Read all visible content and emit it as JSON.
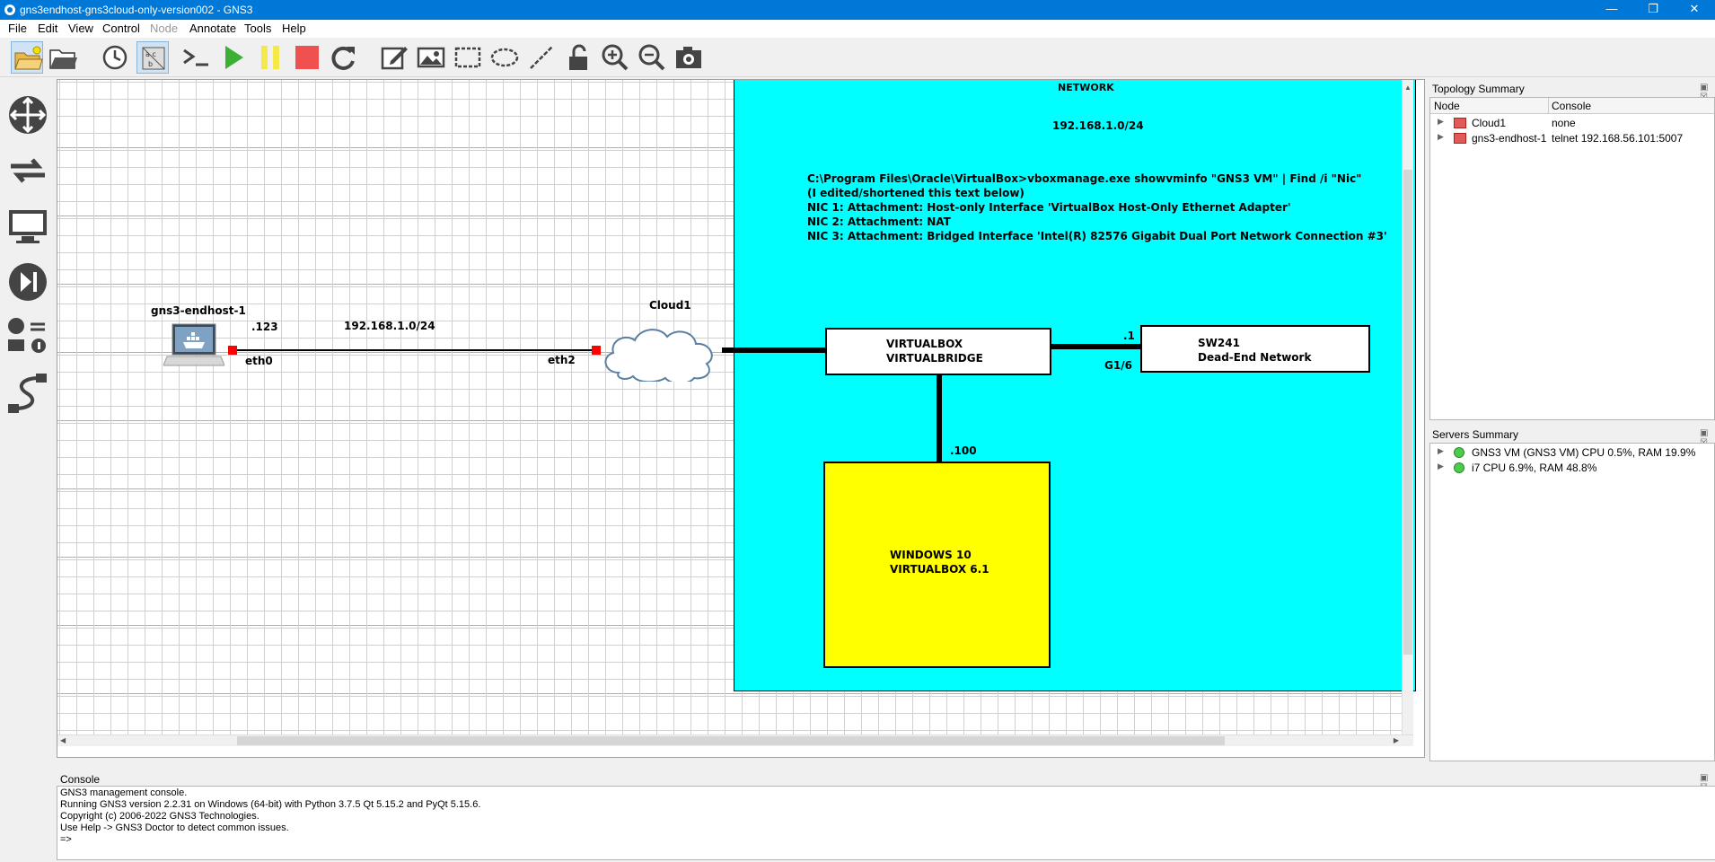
{
  "window": {
    "title": "gns3endhost-gns3cloud-only-version002 - GNS3",
    "minimize": "—",
    "restore": "❐",
    "close": "✕"
  },
  "menu": [
    {
      "label": "File",
      "disabled": false
    },
    {
      "label": "Edit",
      "disabled": false
    },
    {
      "label": "View",
      "disabled": false
    },
    {
      "label": "Control",
      "disabled": false
    },
    {
      "label": "Node",
      "disabled": true
    },
    {
      "label": "Annotate",
      "disabled": false
    },
    {
      "label": "Tools",
      "disabled": false
    },
    {
      "label": "Help",
      "disabled": false
    }
  ],
  "toolbar": [
    "open-folder-new-icon",
    "open-folder-icon",
    "clock-icon",
    "show-interface-labels-icon",
    "console-icon",
    "start-icon",
    "pause-icon",
    "stop-icon",
    "reload-icon",
    "add-note-icon",
    "insert-picture-icon",
    "draw-rectangle-icon",
    "draw-ellipse-icon",
    "draw-line-icon",
    "unlock-icon",
    "zoom-in-icon",
    "zoom-out-icon",
    "screenshot-icon"
  ],
  "leftdock": [
    "routers-icon",
    "switches-icon",
    "end-devices-icon",
    "security-devices-icon",
    "all-devices-icon",
    "add-link-icon"
  ],
  "topology": {
    "network_label": "NETWORK",
    "subnet_label": "192.168.1.0/24",
    "vbox_note": "C:\\Program Files\\Oracle\\VirtualBox>vboxmanage.exe showvminfo \"GNS3 VM\" | Find /i \"Nic\"\n(I edited/shortened this text below)\nNIC 1: Attachment: Host-only Interface 'VirtualBox Host-Only Ethernet Adapter'\nNIC 2: Attachment: NAT\nNIC 3: Attachment: Bridged Interface 'Intel(R) 82576 Gigabit Dual Port Network Connection #3'",
    "endhost_name": "gns3-endhost-1",
    "endhost_addr": ".123",
    "endhost_iface": "eth0",
    "link_subnet": "192.168.1.0/24",
    "cloud_name": "Cloud1",
    "cloud_iface": "eth2",
    "vbridge_text": "VIRTUALBOX\nVIRTUALBRIDGE",
    "sw_addr": ".1",
    "sw_port": "G1/6",
    "sw_text": "SW241\nDead-End Network",
    "win_addr": ".100",
    "win_text": "WINDOWS 10\nVIRTUALBOX 6.1",
    "colors": {
      "network_area": "#00ffff",
      "windows_box": "#ffff00",
      "link": "#000000",
      "port": "#ff0000"
    }
  },
  "topology_summary": {
    "title": "Topology Summary",
    "col_node": "Node",
    "col_console": "Console",
    "rows": [
      {
        "node": "Cloud1",
        "console": "none"
      },
      {
        "node": "gns3-endhost-1",
        "console": "telnet 192.168.56.101:5007"
      }
    ]
  },
  "servers_summary": {
    "title": "Servers Summary",
    "rows": [
      {
        "text": "GNS3 VM (GNS3 VM) CPU 0.5%, RAM 19.9%"
      },
      {
        "text": "i7 CPU 6.9%, RAM 48.8%"
      }
    ]
  },
  "console": {
    "title": "Console",
    "lines": [
      "GNS3 management console.",
      "Running GNS3 version 2.2.31 on Windows (64-bit) with Python 3.7.5 Qt 5.15.2 and PyQt 5.15.6.",
      "Copyright (c) 2006-2022 GNS3 Technologies.",
      "Use Help -> GNS3 Doctor to detect common issues.",
      "",
      "=>"
    ]
  }
}
